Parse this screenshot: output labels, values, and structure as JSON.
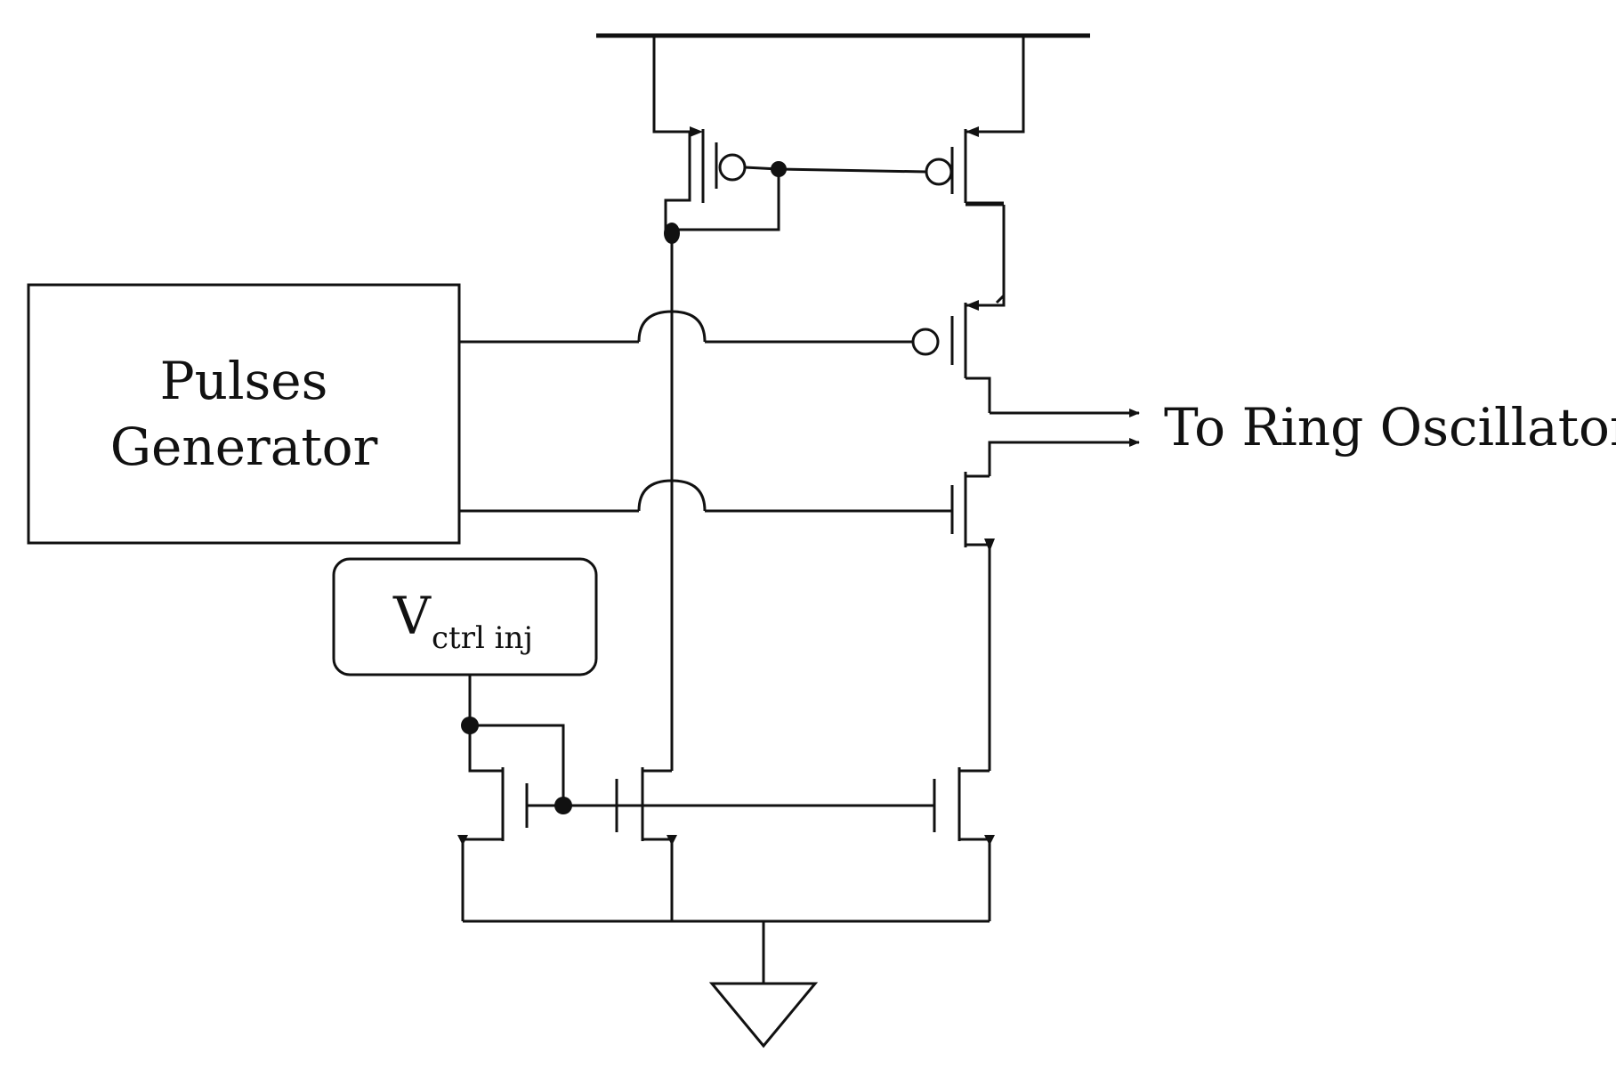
{
  "labels": {
    "pulses_line1": "Pulses",
    "pulses_line2": "Generator",
    "vctrl_main": "V",
    "vctrl_sub": "ctrl inj",
    "output": "To Ring Oscillator"
  },
  "colors": {
    "wire": "#111111",
    "background": "#ffffff"
  }
}
